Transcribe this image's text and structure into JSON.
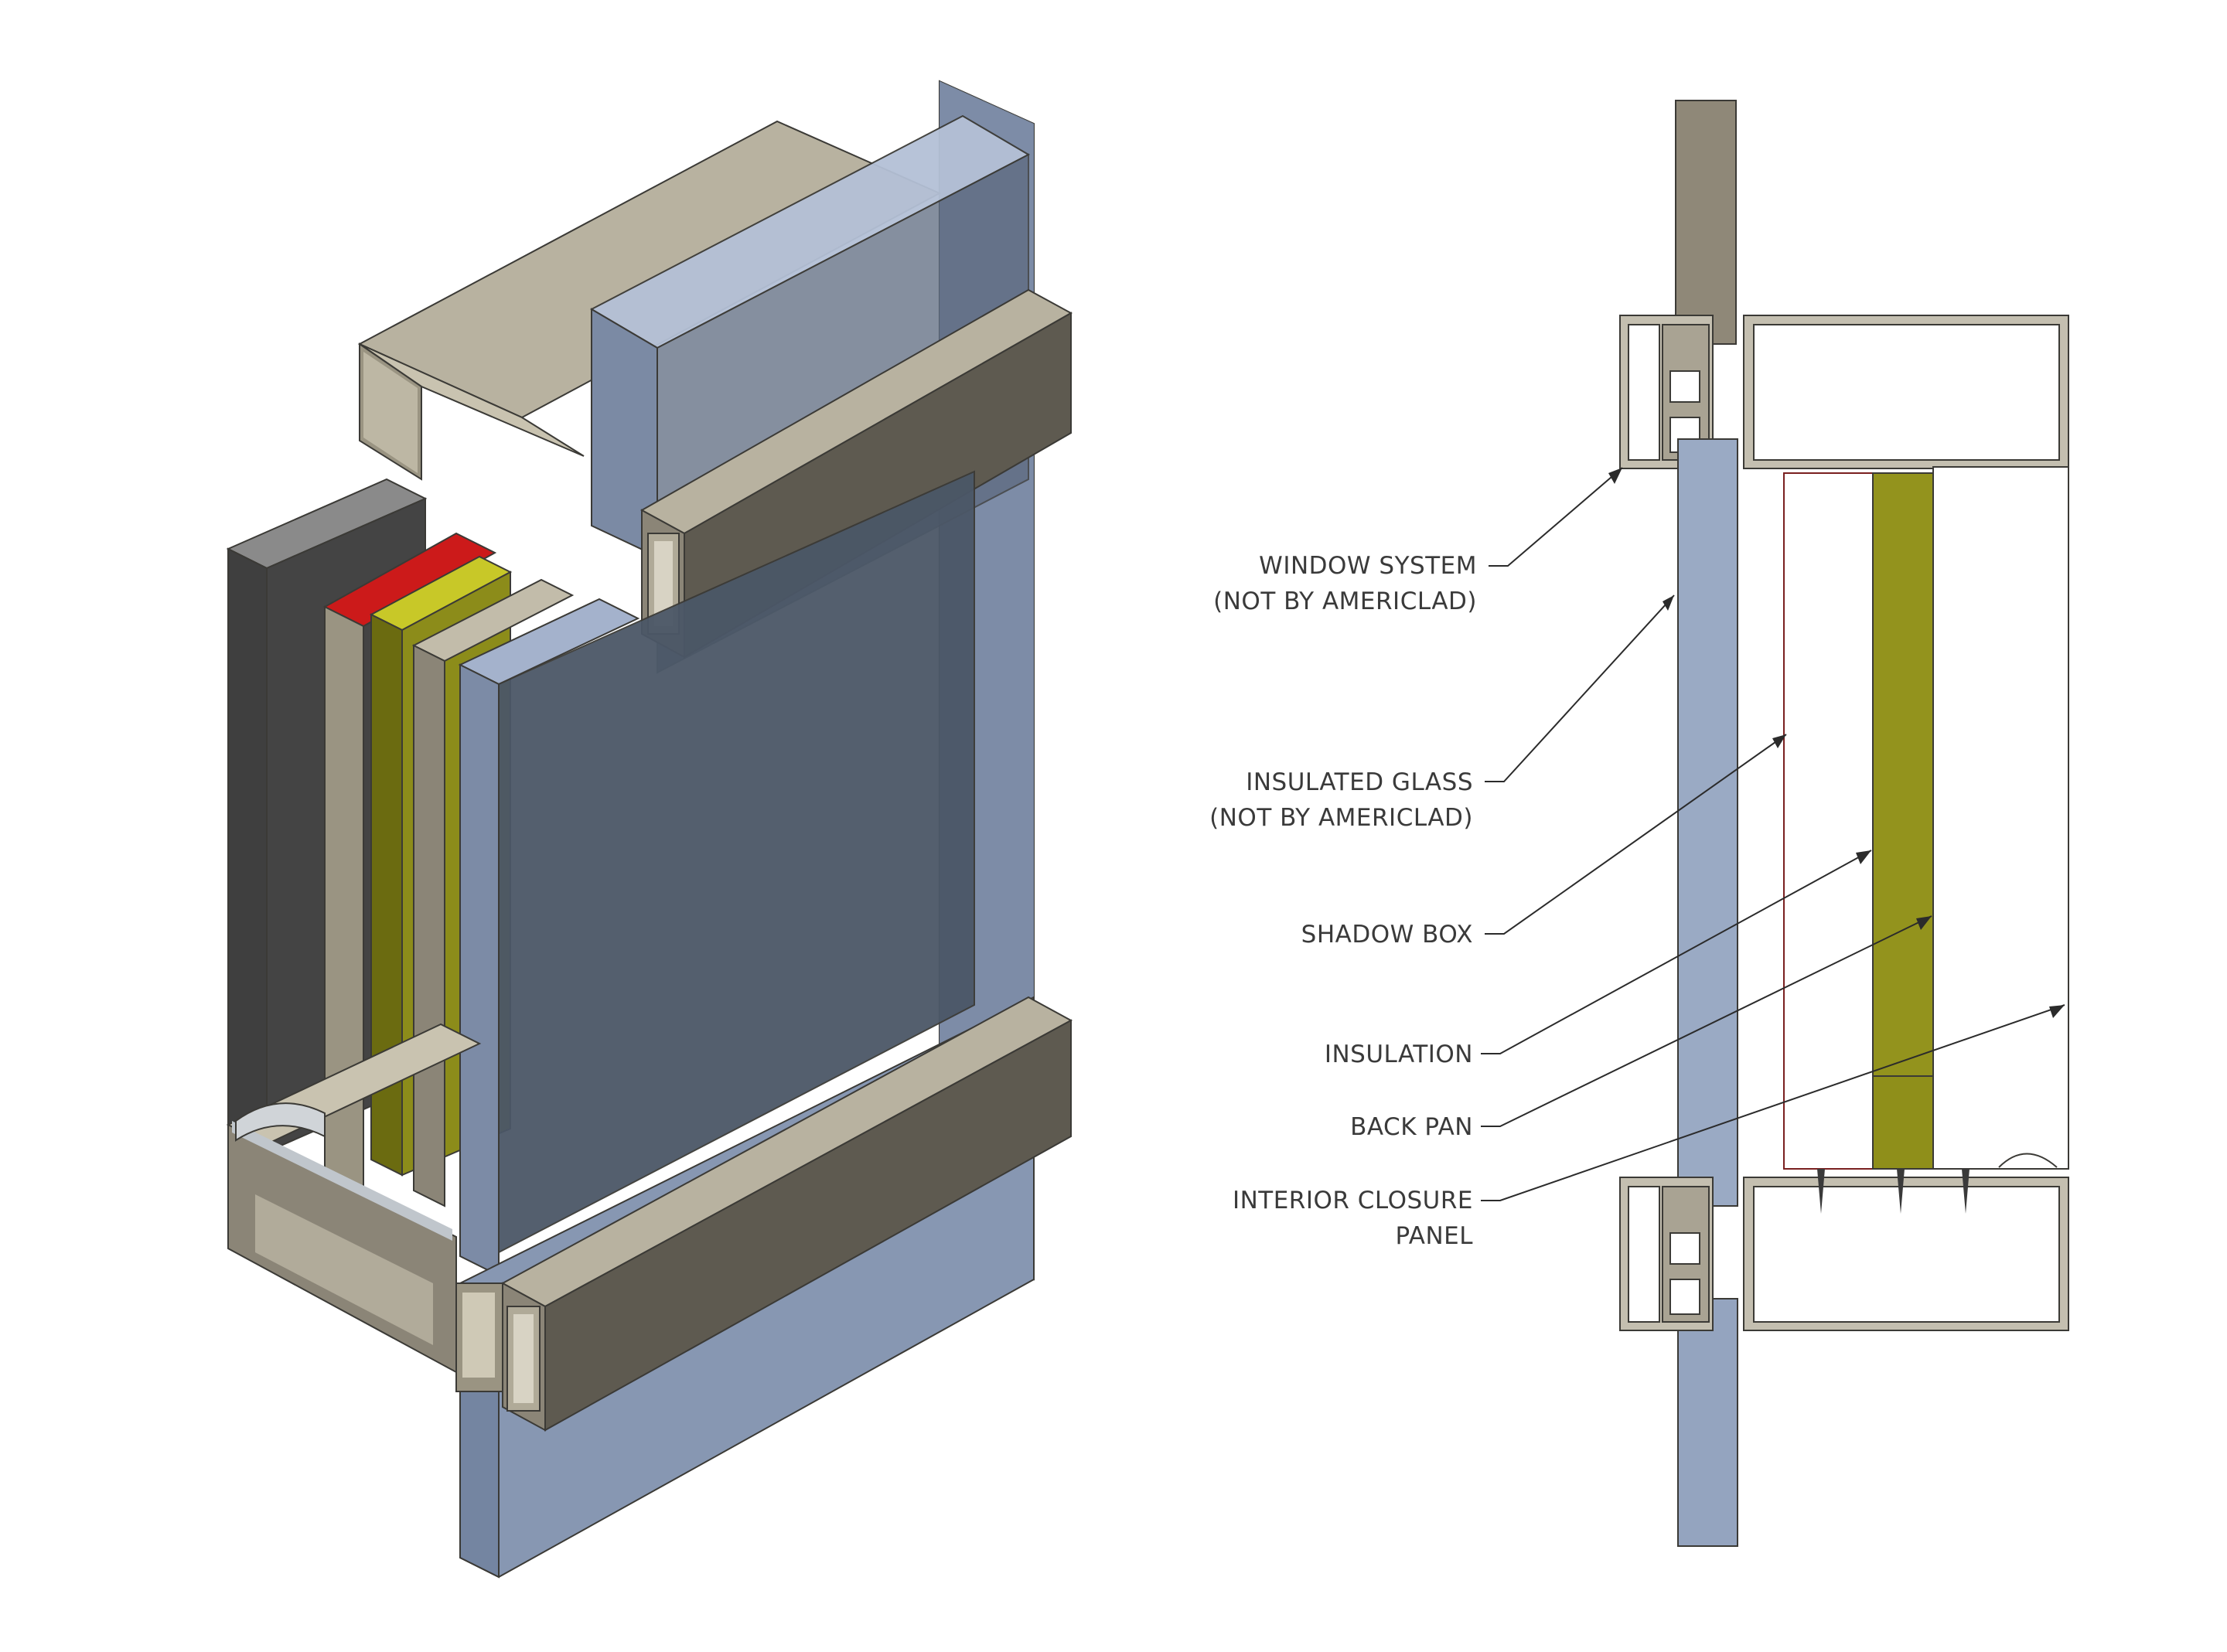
{
  "colors": {
    "frame_light": "#b8b2a0",
    "frame_dark": "#5e5a50",
    "frame_mid": "#8b8577",
    "glass_light": "#9aaac4",
    "glass_dark": "#4a5566",
    "glass_edge": "#6f7f99",
    "back_pan": "#3a3a3a",
    "closure_red": "#cc1a1a",
    "insulation": "#8c8c1a",
    "insulation_dark": "#6b6b10",
    "outline": "#3b3a36"
  },
  "callouts": [
    {
      "id": "window-system",
      "lines": [
        "WINDOW SYSTEM",
        "(NOT BY AMERICLAD)"
      ]
    },
    {
      "id": "insulated-glass",
      "lines": [
        "INSULATED GLASS",
        "(NOT BY AMERICLAD)"
      ]
    },
    {
      "id": "shadow-box",
      "lines": [
        "SHADOW BOX"
      ]
    },
    {
      "id": "insulation",
      "lines": [
        "INSULATION"
      ]
    },
    {
      "id": "back-pan",
      "lines": [
        "BACK PAN"
      ]
    },
    {
      "id": "interior-closure-panel",
      "lines": [
        "INTERIOR CLOSURE",
        "PANEL"
      ]
    }
  ]
}
